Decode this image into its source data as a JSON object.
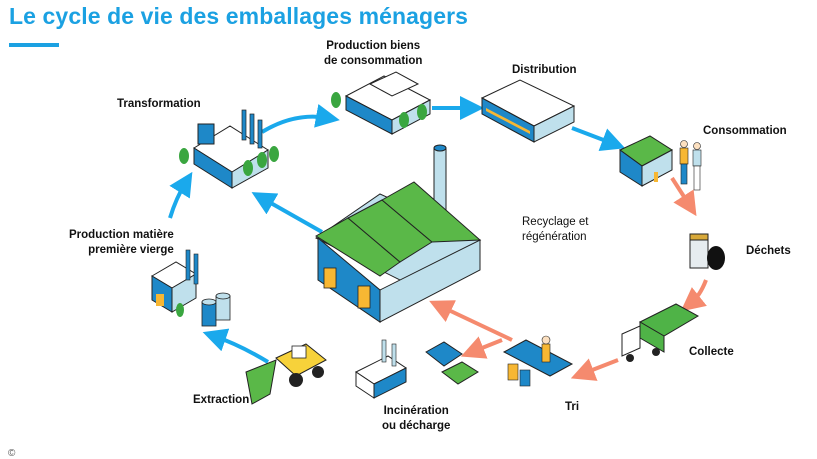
{
  "title": "Le cycle de vie des emballages ménagers",
  "colors": {
    "accent": "#1ba1e2",
    "arrow_blue": "#1aa9ec",
    "arrow_salmon": "#f58a6e",
    "roof_green": "#5ab848",
    "building_blue": "#1e88c8",
    "wall_light": "#bfe0ec",
    "door_yellow": "#f7b733"
  },
  "stages": {
    "production_biens": {
      "line1": "Production biens",
      "line2": "de consommation"
    },
    "distribution": {
      "line1": "Distribution"
    },
    "consommation": {
      "line1": "Consommation"
    },
    "dechets": {
      "line1": "Déchets"
    },
    "collecte": {
      "line1": "Collecte"
    },
    "tri": {
      "line1": "Tri"
    },
    "incineration": {
      "line1": "Incinération",
      "line2": "ou décharge"
    },
    "extraction": {
      "line1": "Extraction"
    },
    "production_matiere": {
      "line1": "Production matière",
      "line2": "première vierge"
    },
    "transformation": {
      "line1": "Transformation"
    },
    "recyclage": {
      "line1": "Recyclage et",
      "line2": "régénération"
    }
  },
  "footer_mark": "©"
}
